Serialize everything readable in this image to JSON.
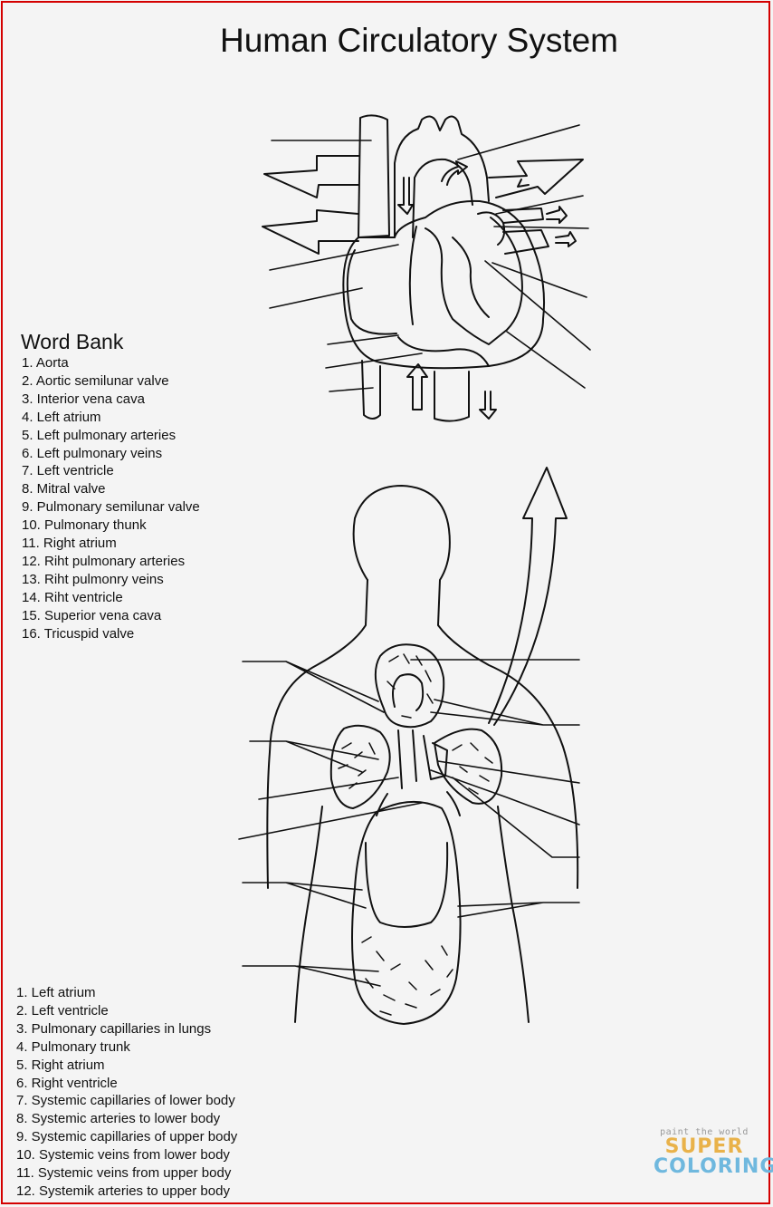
{
  "title": "Human Circulatory System",
  "word_bank_title": "Word Bank",
  "heart_terms": [
    "1.  Aorta",
    "2.  Aortic semilunar valve",
    "3.  Interior vena cava",
    "4.  Left atrium",
    "5.  Left pulmonary arteries",
    "6.  Left pulmonary veins",
    "7.  Left ventricle",
    "8.  Mitral valve",
    "9.  Pulmonary semilunar valve",
    "10.  Pulmonary thunk",
    "11.  Right atrium",
    "12.  Riht pulmonary arteries",
    "13.  Riht pulmonry veins",
    "14.  Riht ventricle",
    "15.  Superior vena cava",
    "16.  Tricuspid valve"
  ],
  "body_terms": [
    "1.  Left atrium",
    "2.  Left ventricle",
    "3.  Pulmonary capillaries in lungs",
    "4.  Pulmonary trunk",
    "5.  Right atrium",
    "6.  Right ventricle",
    "7.  Systemic  capillaries of lower body",
    "8.  Systemic arteries to lower body",
    "9.  Systemic capillaries of upper body",
    "10.  Systemic veins from lower body",
    "11.  Systemic veins from upper body",
    "12.  Systemik arteries to upper body"
  ],
  "logo": {
    "tagline": "paint the world",
    "line1": "SUPER",
    "line2": "COLORING"
  },
  "colors": {
    "border": "#d40000",
    "background": "#f4f4f4",
    "ink": "#111111"
  }
}
